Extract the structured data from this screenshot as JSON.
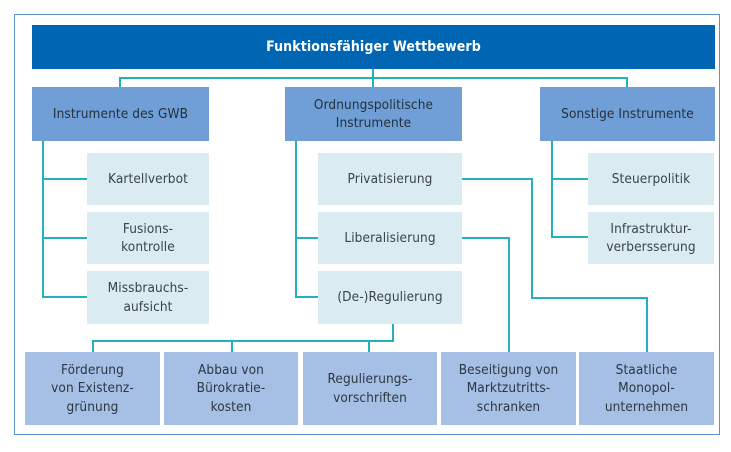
{
  "title": "Funktionsfähiger Wettbewerb",
  "colors": {
    "title_bg": "#0066b3",
    "level2_bg": "#6f9fd6",
    "level3_bg": "#daebf2",
    "level4_bg": "#a6bfe4",
    "connector": "#23b0bf",
    "frame": "#5b93c9"
  },
  "categories": [
    {
      "label": "Instrumente des GWB",
      "children": [
        "Kartellverbot",
        "Fusions-\nkontrolle",
        "Missbrauchs-\naufsicht"
      ]
    },
    {
      "label": "Ordnungspolitische\nInstrumente",
      "children": [
        "Privatisierung",
        "Liberalisierung",
        "(De-)Regulierung"
      ]
    },
    {
      "label": "Sonstige Instrumente",
      "children": [
        "Steuerpolitik",
        "Infrastruktur-\nverbersserung"
      ]
    }
  ],
  "outcomes": [
    "Förderung\nvon Existenz-\ngrünung",
    "Abbau von\nBürokratie-\nkosten",
    "Regulierungs-\nvorschriften",
    "Beseitigung von\nMarktzutritts-\nschranken",
    "Staatliche\nMonopol-\nunternehmen"
  ]
}
